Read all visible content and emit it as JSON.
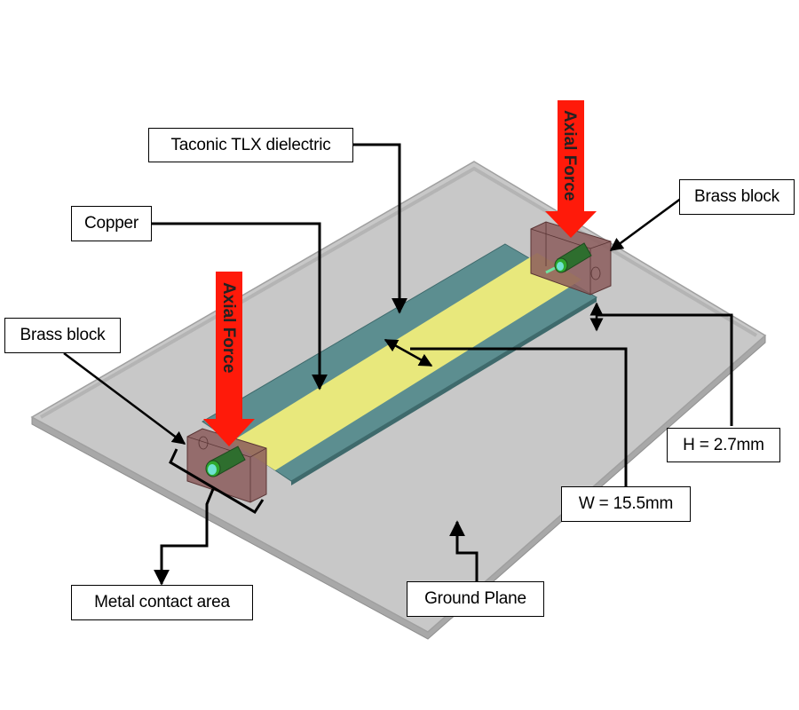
{
  "title": "Microstrip line test fixture with brass blocks under axial force",
  "labels": {
    "dielectric": "Taconic TLX dielectric",
    "copper": "Copper",
    "brass_block_right": "Brass block",
    "brass_block_left": "Brass block",
    "height": "H = 2.7mm",
    "width": "W = 15.5mm",
    "metal_contact_area": "Metal contact area",
    "ground_plane": "Ground Plane"
  },
  "forces": {
    "left": "Axial Force",
    "right": "Axial Force"
  },
  "dimensions": {
    "substrate_height_mm": 2.7,
    "strip_width_mm": 15.5
  },
  "colors": {
    "ground_plane": "#c8c8c8",
    "ground_plane_edge": "#a9a9a9",
    "dielectric": "#5a8a8c",
    "copper_strip": "#e8e87a",
    "brass_block": "#8a5a5a",
    "connector": "#2e8b2e",
    "connector_pin": "#6fe3d2",
    "force_arrow": "#ff1a0a"
  }
}
